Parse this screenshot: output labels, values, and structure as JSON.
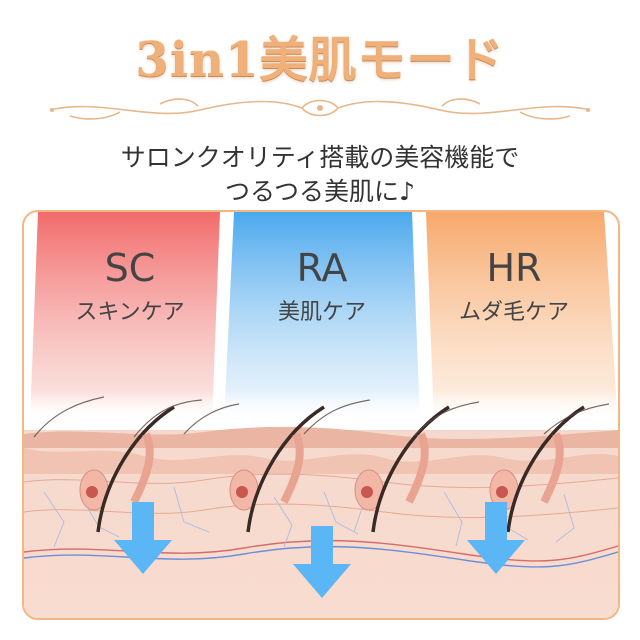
{
  "title": "3in1美肌モード",
  "subtitle_line1": "サロンクオリティ搭載の美容機能で",
  "subtitle_line2": "つるつる美肌に♪",
  "colors": {
    "title": "#f0b07a",
    "frame_border": "#f2b784",
    "beam_sc": "#f26a6a",
    "beam_ra": "#4aa8ee",
    "beam_hr": "#f7a86a",
    "arrow": "#5bb6f5",
    "skin": "#f5d2c4"
  },
  "modes": [
    {
      "code": "SC",
      "name": "スキンケア"
    },
    {
      "code": "RA",
      "name": "美肌ケア"
    },
    {
      "code": "HR",
      "name": "ムダ毛ケア"
    }
  ]
}
